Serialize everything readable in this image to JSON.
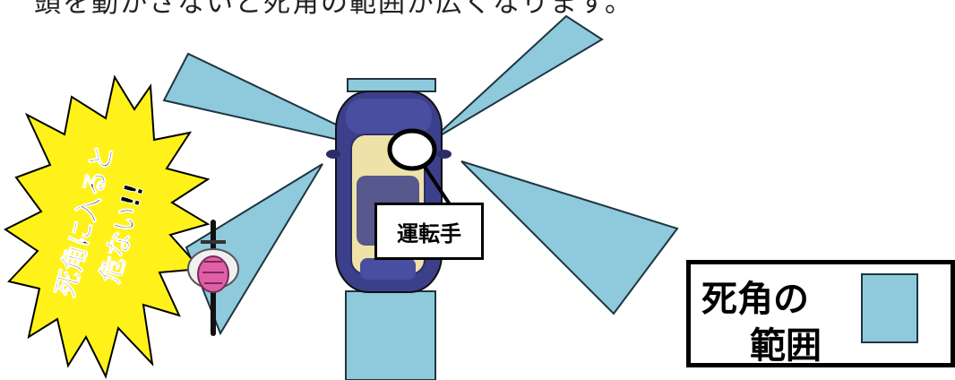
{
  "top_text": "頭を動かさないと死角の範囲が広くなります。",
  "driver_label": "運転手",
  "burst_text": {
    "line1": "死角に入ると",
    "line2": "危ない!!"
  },
  "legend": {
    "line1": "死角の",
    "line2": "範囲"
  },
  "colors": {
    "blind_spot": "#8ec9dc",
    "blind_spot_stroke": "#1d3540",
    "burst": "#fff21a",
    "car_body": "#3c3f8a",
    "car_interior": "#efe2a8",
    "bicycle_helmet": "#e060a8"
  },
  "icons": [
    "car-topview-icon",
    "bicycle-rider-icon",
    "starburst-icon"
  ]
}
